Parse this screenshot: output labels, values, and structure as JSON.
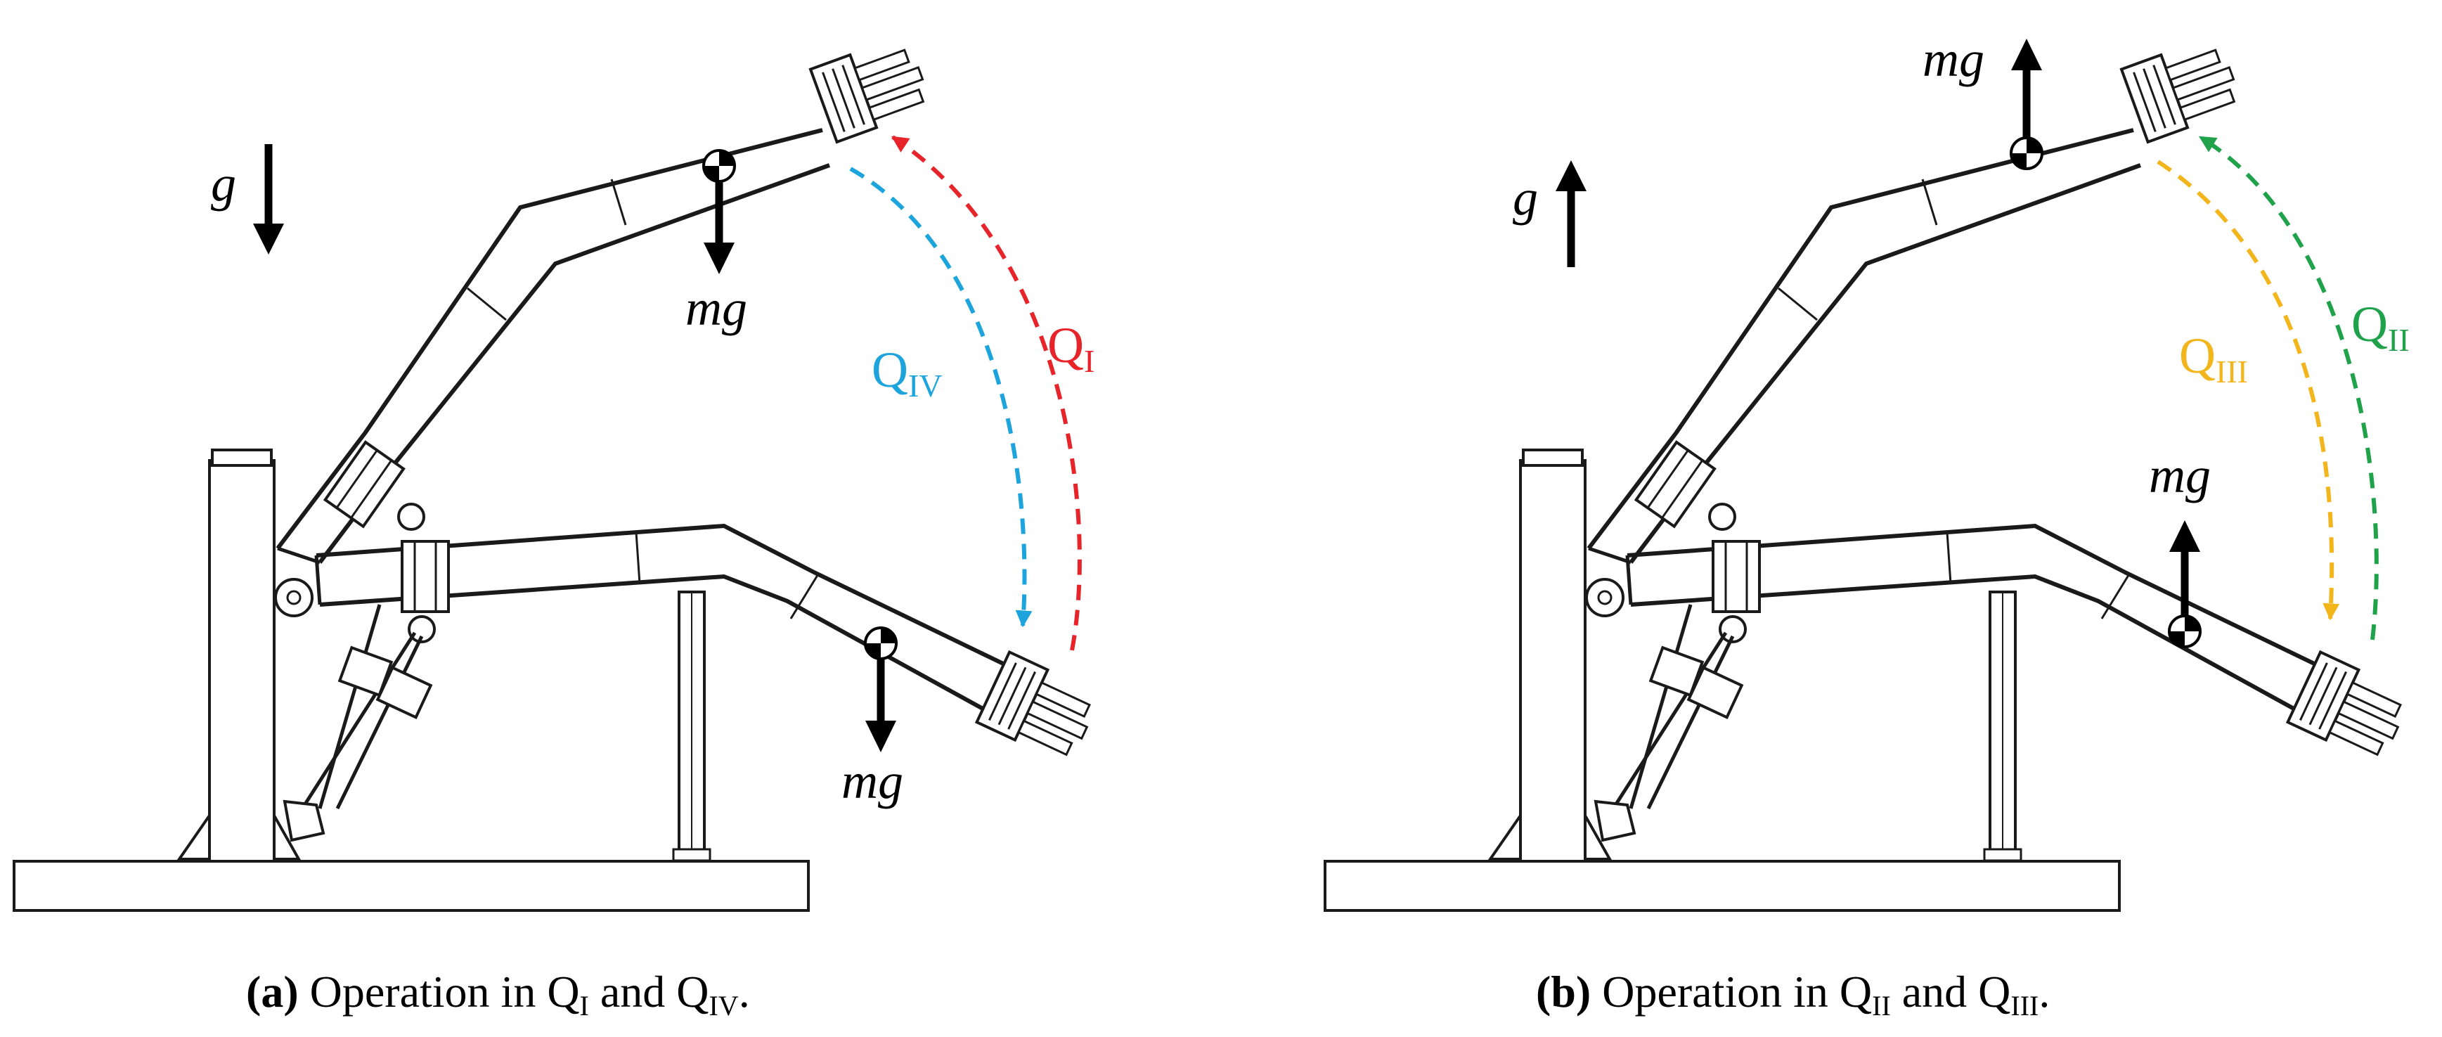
{
  "colors": {
    "q1": "#e8242b",
    "q2": "#1fa24a",
    "q3": "#f3b51c",
    "q4": "#1ea4dc",
    "arm": "#1a1a1a",
    "force": "#000000"
  },
  "panel_a": {
    "gravity_symbol": "g",
    "upper_weight_label": "mg",
    "lower_weight_label": "mg",
    "q1": {
      "base": "Q",
      "sub": "I"
    },
    "q4": {
      "base": "Q",
      "sub": "IV"
    },
    "caption": {
      "label": "(a)",
      "text": " Operation in ",
      "q1": {
        "base": "Q",
        "sub": "I"
      },
      "and": " and ",
      "q4": {
        "base": "Q",
        "sub": "IV"
      },
      "end": "."
    }
  },
  "panel_b": {
    "gravity_symbol": "g",
    "upper_weight_label": "mg",
    "lower_weight_label": "mg",
    "q2": {
      "base": "Q",
      "sub": "II"
    },
    "q3": {
      "base": "Q",
      "sub": "III"
    },
    "caption": {
      "label": "(b)",
      "text": " Operation in ",
      "q2": {
        "base": "Q",
        "sub": "II"
      },
      "and": " and ",
      "q3": {
        "base": "Q",
        "sub": "III"
      },
      "end": "."
    }
  },
  "icons": {
    "center_of_mass": "center-of-mass-icon",
    "force_arrow": "arrow-icon"
  }
}
